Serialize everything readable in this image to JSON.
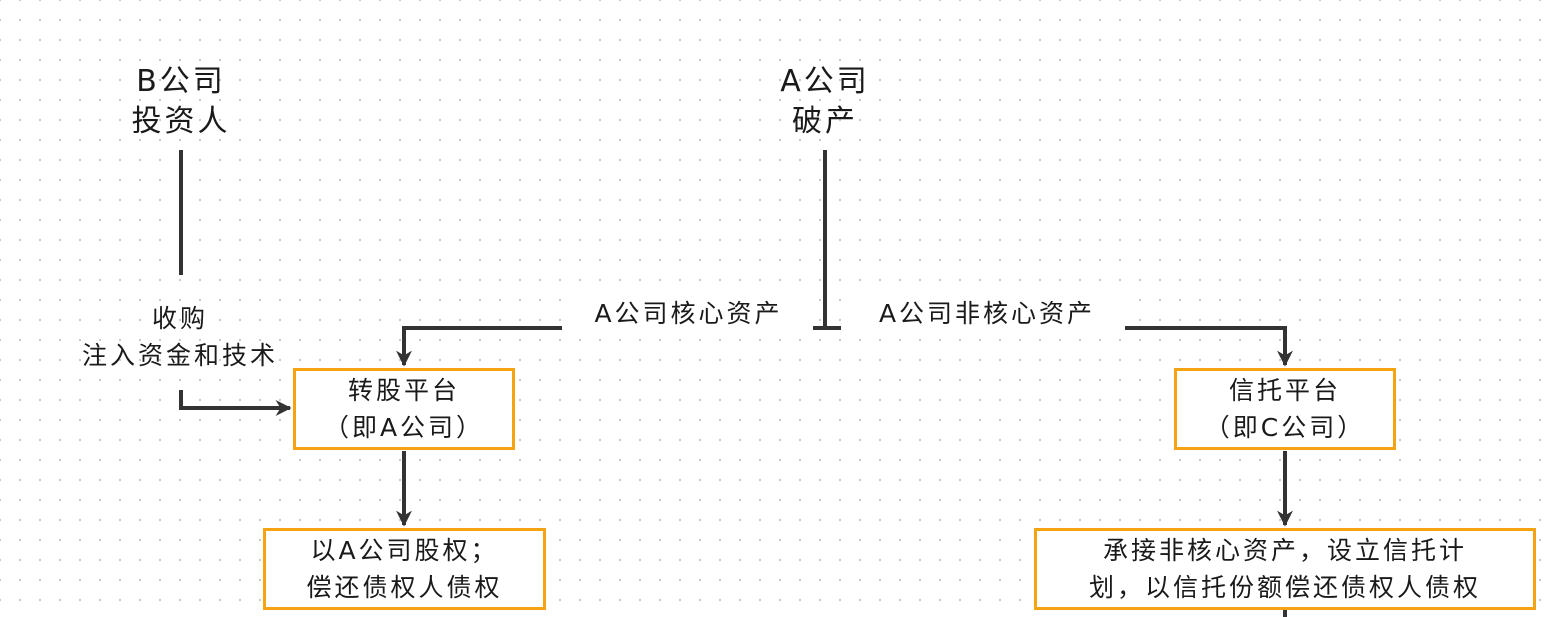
{
  "nodes": {
    "b_company": {
      "line1": "B公司",
      "line2": "投资人"
    },
    "a_company": {
      "line1": "A公司",
      "line2": "破产"
    },
    "transfer_platform": {
      "line1": "转股平台",
      "line2": "（即A公司）"
    },
    "trust_platform": {
      "line1": "信托平台",
      "line2": "（即C公司）"
    },
    "equity_repay": {
      "line1": "以A公司股权；",
      "line2": "偿还债权人债权"
    },
    "trust_repay": {
      "line1": "承接非核心资产，设立信托计",
      "line2": "划，以信托份额偿还债权人债权"
    }
  },
  "edges": {
    "acquire": {
      "line1": "收购",
      "line2": "注入资金和技术"
    },
    "core_assets": "A公司核心资产",
    "noncore_assets": "A公司非核心资产"
  },
  "colors": {
    "box_border": "#f5a311",
    "line": "#333333",
    "text": "#1a1a1a"
  }
}
